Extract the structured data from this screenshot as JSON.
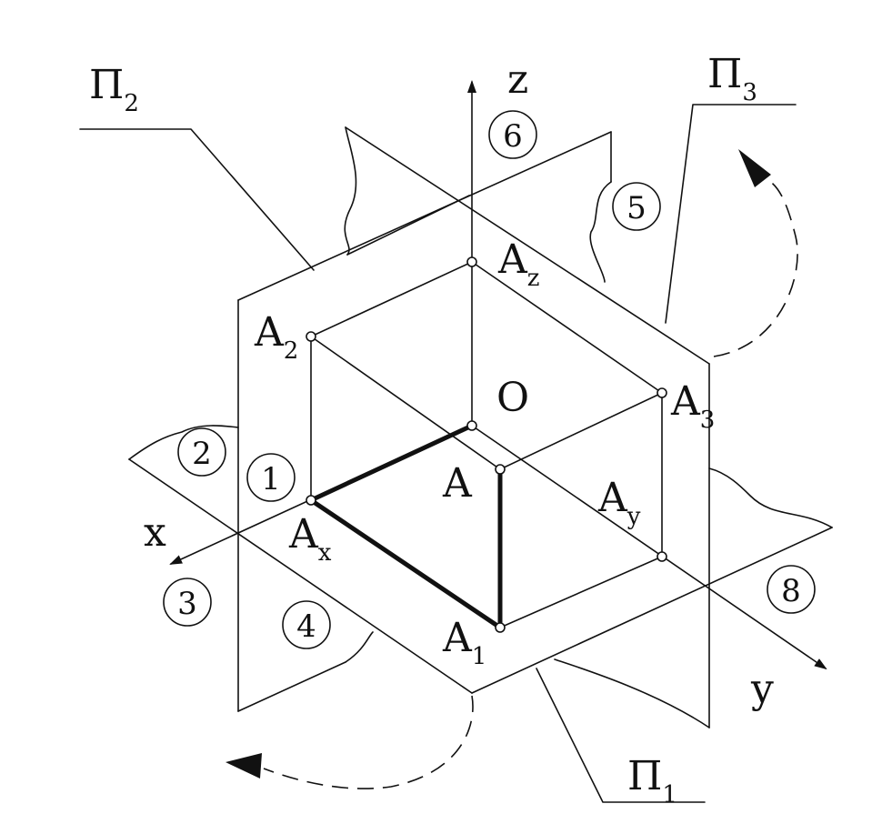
{
  "planes": [
    {
      "id": "p2",
      "main": "Π",
      "sub": "2"
    },
    {
      "id": "p3",
      "main": "Π",
      "sub": "3"
    },
    {
      "id": "p1",
      "main": "Π",
      "sub": "1"
    }
  ],
  "axes": [
    {
      "id": "z",
      "label": "z"
    },
    {
      "id": "x",
      "label": "x"
    },
    {
      "id": "y",
      "label": "y"
    }
  ],
  "points": [
    {
      "id": "origin",
      "main": "O",
      "sub": ""
    },
    {
      "id": "a",
      "main": "A",
      "sub": ""
    },
    {
      "id": "a1",
      "main": "A",
      "sub": "1"
    },
    {
      "id": "a2",
      "main": "A",
      "sub": "2"
    },
    {
      "id": "a3",
      "main": "A",
      "sub": "3"
    },
    {
      "id": "ax",
      "main": "A",
      "sub": "x"
    },
    {
      "id": "ay",
      "main": "A",
      "sub": "y"
    },
    {
      "id": "az",
      "main": "A",
      "sub": "z"
    }
  ],
  "octants": [
    "1",
    "2",
    "3",
    "4",
    "5",
    "6",
    "8"
  ]
}
